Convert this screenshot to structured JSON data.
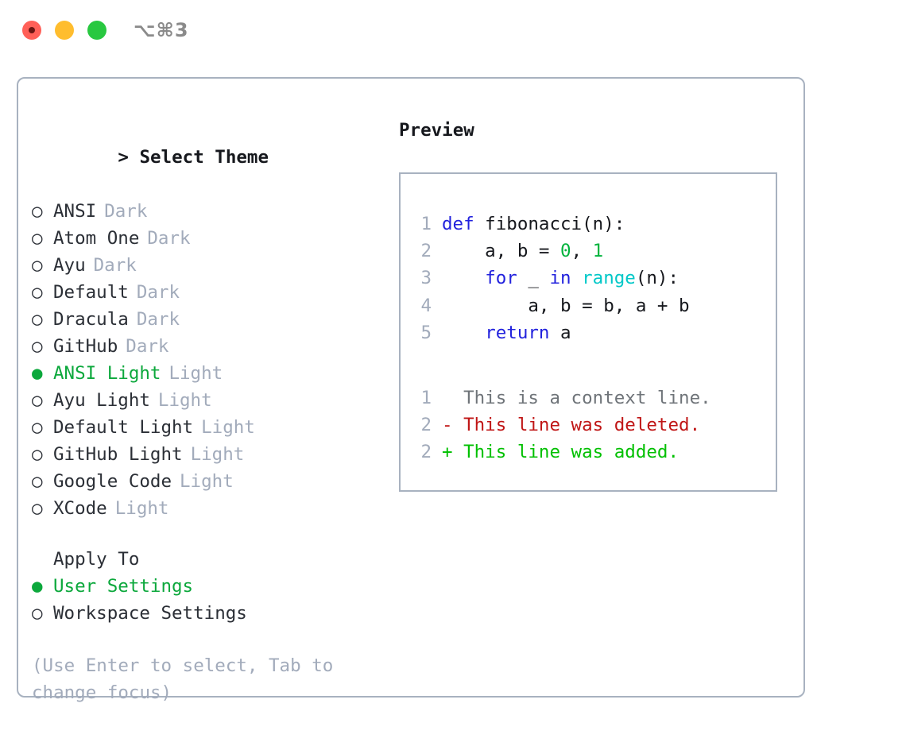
{
  "window": {
    "title": "⌥⌘3",
    "traffic_lights": [
      {
        "name": "close",
        "color": "#ff6058"
      },
      {
        "name": "minimize",
        "color": "#ffbd2e"
      },
      {
        "name": "maximize",
        "color": "#28c840"
      }
    ]
  },
  "theme_picker": {
    "prompt_marker": ">",
    "heading": "Select Theme",
    "selected_bullet": "●",
    "unselected_bullet": "○",
    "options": [
      {
        "label": "ANSI",
        "kind": "Dark",
        "selected": false
      },
      {
        "label": "Atom One",
        "kind": "Dark",
        "selected": false
      },
      {
        "label": "Ayu",
        "kind": "Dark",
        "selected": false
      },
      {
        "label": "Default",
        "kind": "Dark",
        "selected": false
      },
      {
        "label": "Dracula",
        "kind": "Dark",
        "selected": false
      },
      {
        "label": "GitHub",
        "kind": "Dark",
        "selected": false
      },
      {
        "label": "ANSI Light",
        "kind": "Light",
        "selected": true
      },
      {
        "label": "Ayu Light",
        "kind": "Light",
        "selected": false
      },
      {
        "label": "Default Light",
        "kind": "Light",
        "selected": false
      },
      {
        "label": "GitHub Light",
        "kind": "Light",
        "selected": false
      },
      {
        "label": "Google Code",
        "kind": "Light",
        "selected": false
      },
      {
        "label": "XCode",
        "kind": "Light",
        "selected": false
      }
    ]
  },
  "apply_to": {
    "heading": "Apply To",
    "options": [
      {
        "label": "User Settings",
        "selected": true
      },
      {
        "label": "Workspace Settings",
        "selected": false
      }
    ]
  },
  "hint": "(Use Enter to select, Tab to change focus)",
  "preview": {
    "heading": "Preview",
    "code": [
      {
        "num": "1",
        "tokens": [
          {
            "text": "def",
            "style": "kw"
          },
          {
            "text": " fibonacci(n):",
            "style": "plain"
          }
        ]
      },
      {
        "num": "2",
        "tokens": [
          {
            "text": "    a, b = ",
            "style": "plain"
          },
          {
            "text": "0",
            "style": "num"
          },
          {
            "text": ", ",
            "style": "plain"
          },
          {
            "text": "1",
            "style": "num"
          }
        ]
      },
      {
        "num": "3",
        "tokens": [
          {
            "text": "    ",
            "style": "plain"
          },
          {
            "text": "for",
            "style": "kw"
          },
          {
            "text": " _ ",
            "style": "plain"
          },
          {
            "text": "in",
            "style": "kw"
          },
          {
            "text": " ",
            "style": "plain"
          },
          {
            "text": "range",
            "style": "fn"
          },
          {
            "text": "(n):",
            "style": "plain"
          }
        ]
      },
      {
        "num": "4",
        "tokens": [
          {
            "text": "        a, b = b, a + b",
            "style": "plain"
          }
        ]
      },
      {
        "num": "5",
        "tokens": [
          {
            "text": "    ",
            "style": "plain"
          },
          {
            "text": "return",
            "style": "kw"
          },
          {
            "text": " a",
            "style": "plain"
          }
        ]
      }
    ],
    "diff": [
      {
        "num": "1",
        "marker": "  ",
        "text": "This is a context line.",
        "style": "diff-ctx"
      },
      {
        "num": "2",
        "marker": "- ",
        "text": "This line was deleted.",
        "style": "diff-del"
      },
      {
        "num": "2",
        "marker": "+ ",
        "text": "This line was added.",
        "style": "diff-add"
      }
    ]
  },
  "colors": {
    "accent_green": "#0ca83c",
    "border": "#a8b2c0",
    "muted": "#a2abbb",
    "keyword_blue": "#2222dd",
    "function_cyan": "#00c8c8",
    "number_green": "#00b33c",
    "diff_delete_red": "#c01616",
    "diff_add_green": "#00c000",
    "text": "#2b2f36"
  }
}
